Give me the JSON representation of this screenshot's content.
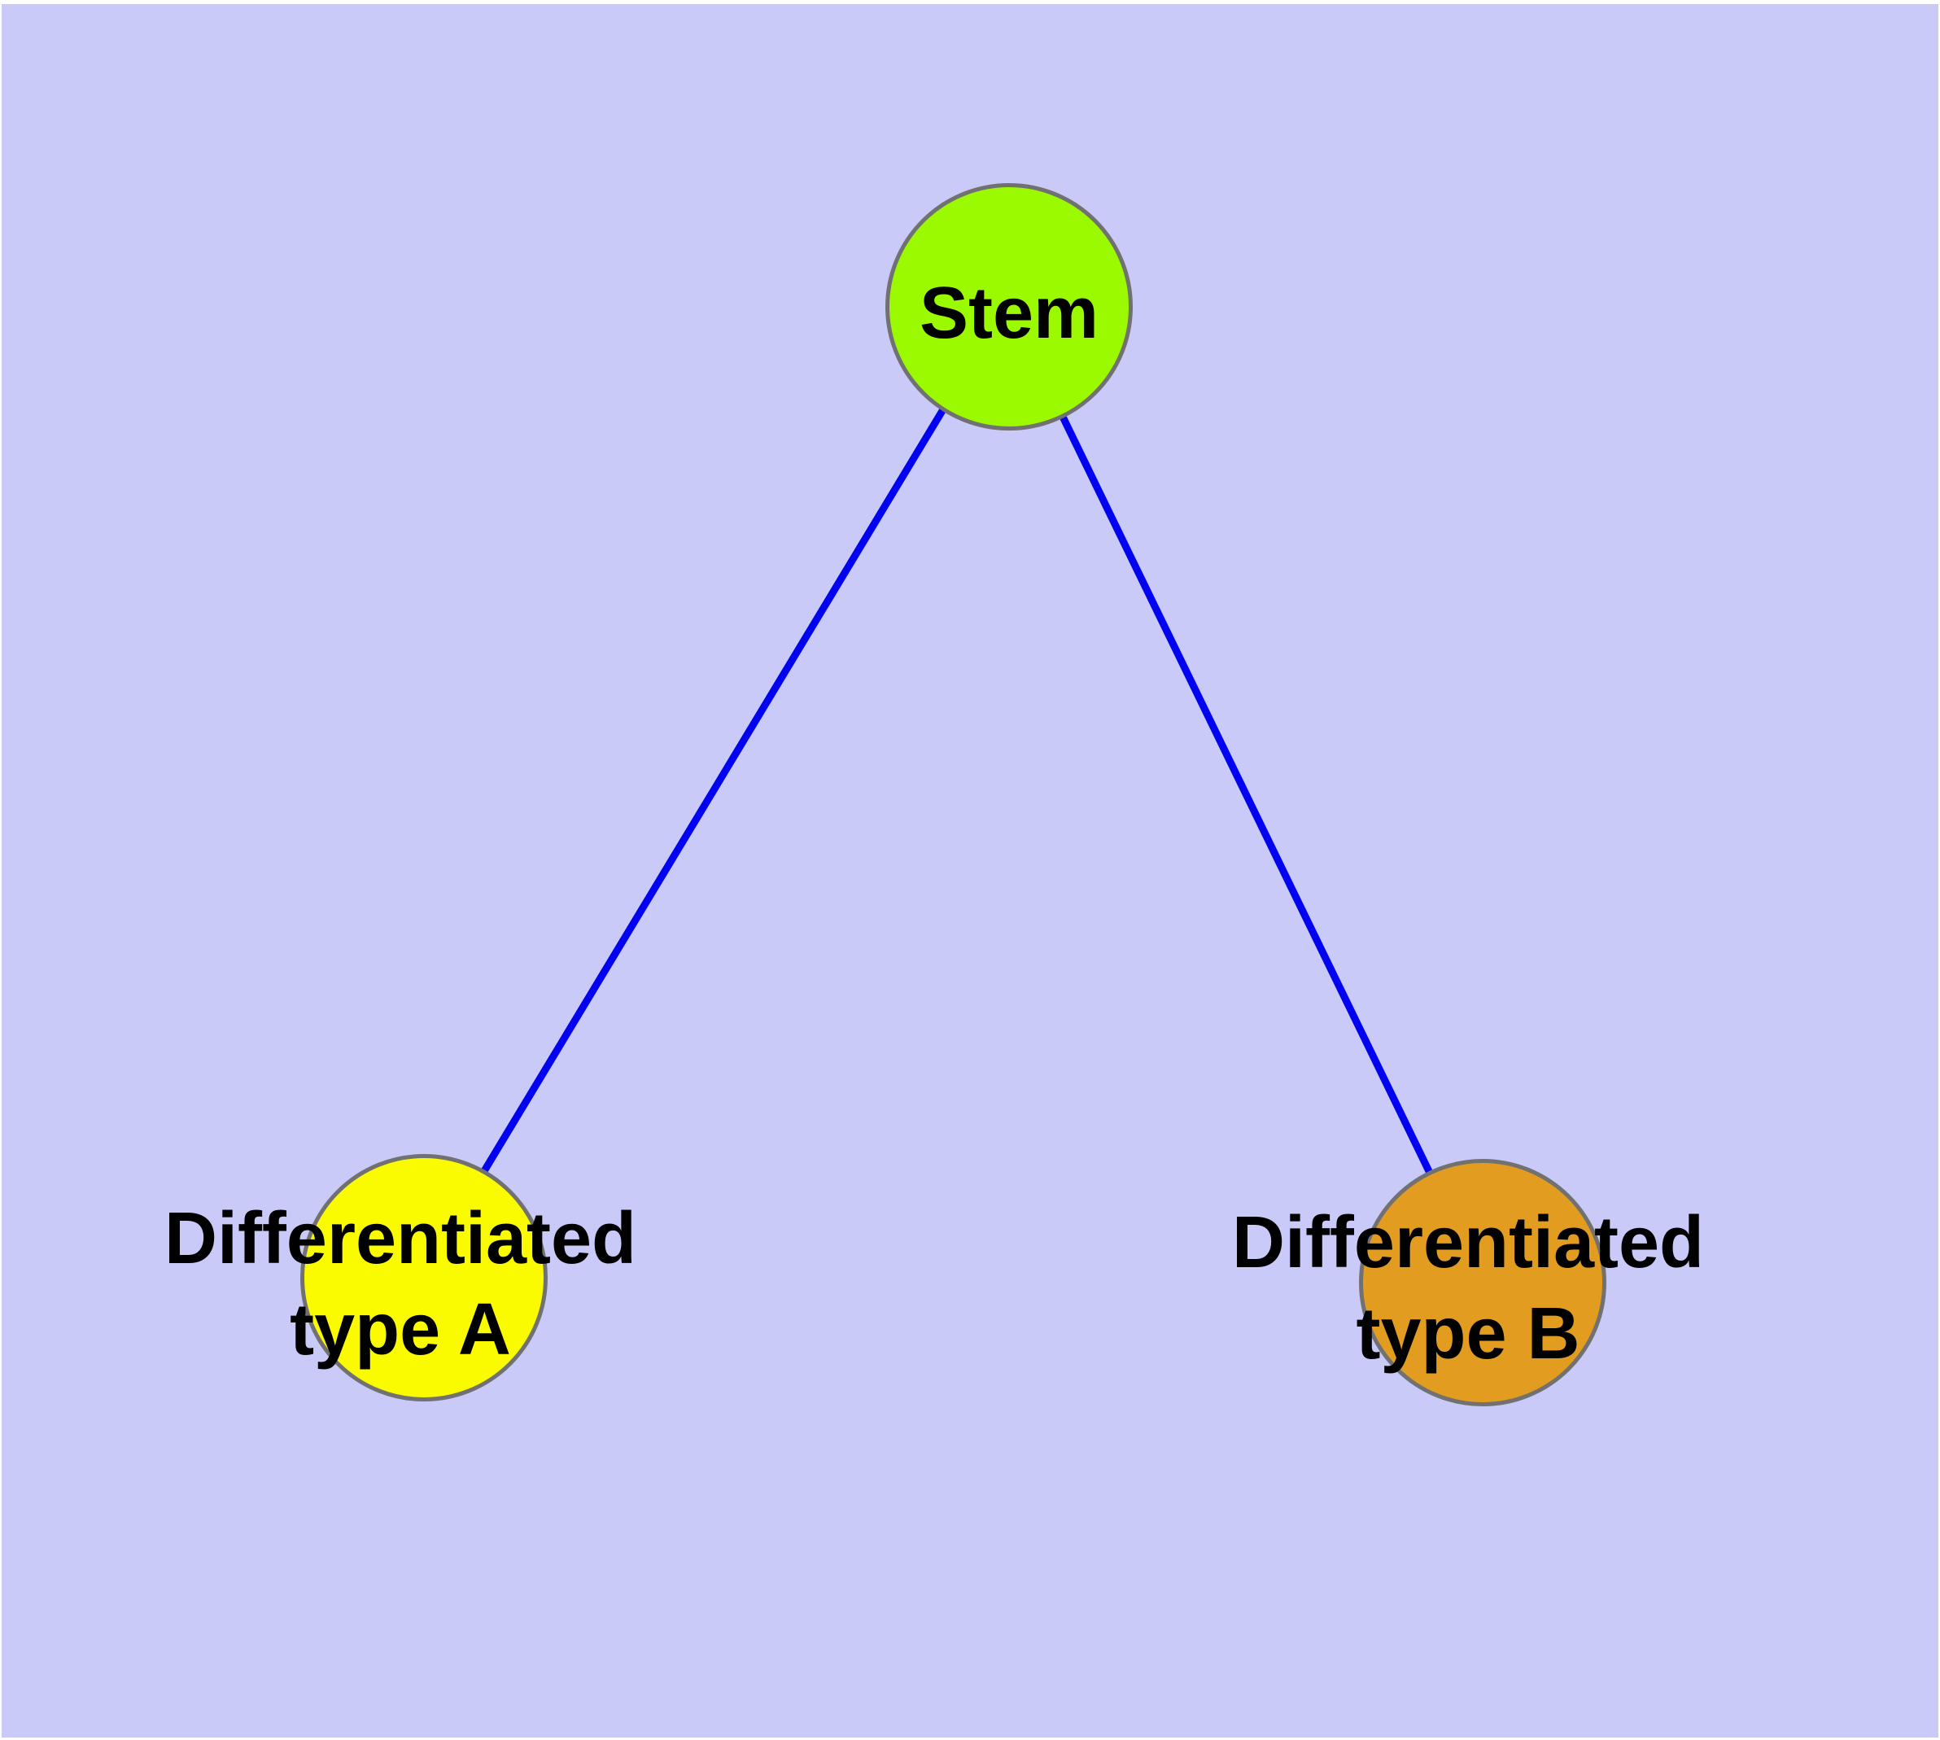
{
  "diagram": {
    "background_color": "#CACAF8",
    "frame_color": "#FFFFFF",
    "edge_color": "#0202F2",
    "edge_width": 9,
    "node_border_color": "#717171",
    "label_color": "#000000",
    "nodes": [
      {
        "id": "stem",
        "label_line1": "Stem",
        "label_line2": "",
        "fill": "#9BFA00"
      },
      {
        "id": "diff-a",
        "label_line1": "Differentiated",
        "label_line2": "type A",
        "fill": "#FBFB00"
      },
      {
        "id": "diff-b",
        "label_line1": "Differentiated",
        "label_line2": "type B",
        "fill": "#E29C20"
      }
    ],
    "edges": [
      {
        "from": "stem",
        "to": "diff-a"
      },
      {
        "from": "stem",
        "to": "diff-b"
      }
    ]
  }
}
